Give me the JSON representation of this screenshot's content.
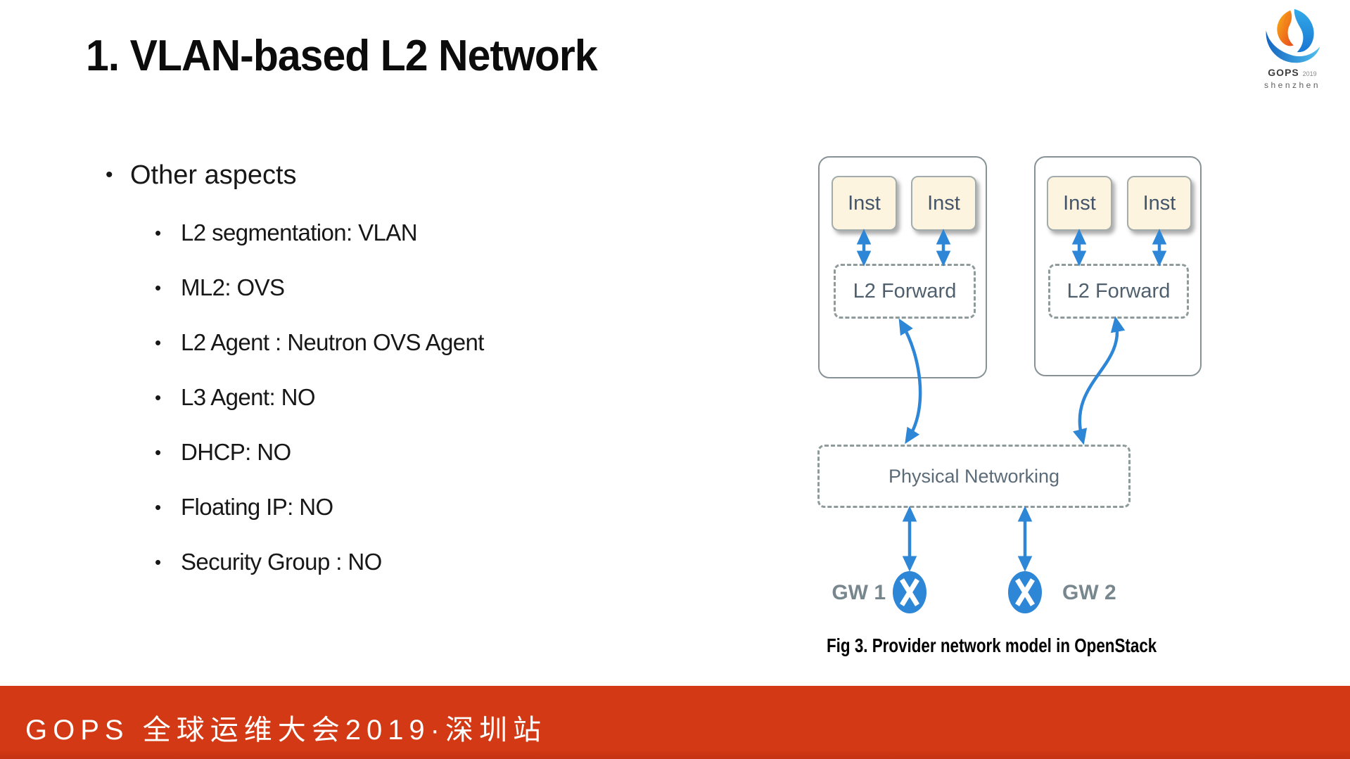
{
  "slide": {
    "title": "1. VLAN-based L2 Network",
    "bullets": {
      "main": "Other aspects",
      "sub": [
        "L2 segmentation: VLAN",
        "ML2: OVS",
        "L2 Agent : Neutron OVS Agent",
        "L3 Agent: NO",
        "DHCP: NO",
        "Floating IP: NO",
        "Security Group : NO"
      ]
    }
  },
  "logo": {
    "brand": "GOPS",
    "year": "2019",
    "city": "shenzhen"
  },
  "diagram": {
    "inst_label": "Inst",
    "l2_forward_label": "L2 Forward",
    "physical_networking_label": "Physical Networking",
    "gw1_label": "GW 1",
    "gw2_label": "GW 2",
    "caption": "Fig 3. Provider network model in OpenStack",
    "colors": {
      "arrow_blue": "#2e86d6",
      "box_border_gray": "#879296",
      "dashed_border_gray": "#8f9a9b",
      "inst_fill": "#fcf4de",
      "label_slate": "#44546a"
    }
  },
  "footer": {
    "text": "GOPS 全球运维大会2019·深圳站",
    "background": "#d23914"
  }
}
